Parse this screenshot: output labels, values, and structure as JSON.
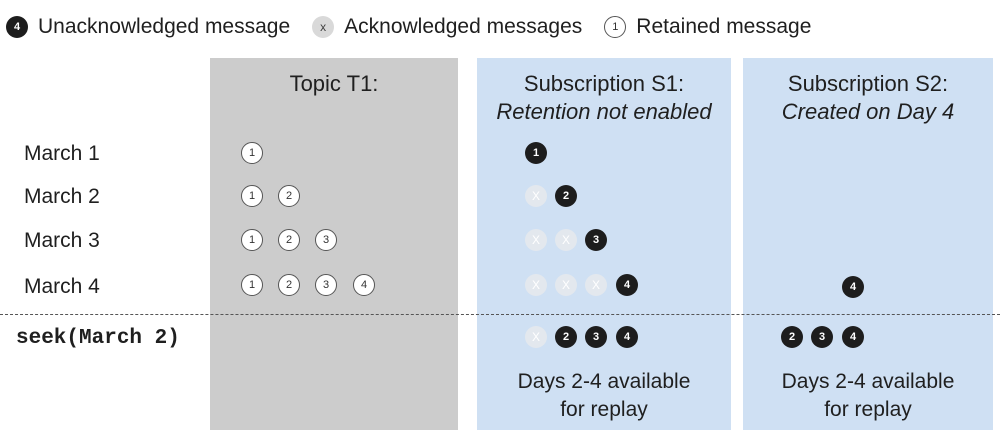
{
  "legend": {
    "unacknowledged": {
      "symbol": "4",
      "label": "Unacknowledged message"
    },
    "acknowledged": {
      "symbol": "x",
      "label": "Acknowledged messages"
    },
    "retained": {
      "symbol": "1",
      "label": "Retained message"
    }
  },
  "row_labels": [
    "March 1",
    "March 2",
    "March 3",
    "March 4"
  ],
  "seek_label": "seek(March 2)",
  "topic": {
    "title": "Topic T1:",
    "rows": [
      [
        "1"
      ],
      [
        "1",
        "2"
      ],
      [
        "1",
        "2",
        "3"
      ],
      [
        "1",
        "2",
        "3",
        "4"
      ]
    ]
  },
  "subscription_s1": {
    "title": "Subscription S1:",
    "subtitle": "Retention not enabled",
    "rows": [
      [
        {
          "state": "unacknowledged",
          "label": "1"
        }
      ],
      [
        {
          "state": "acknowledged",
          "label": "X"
        },
        {
          "state": "unacknowledged",
          "label": "2"
        }
      ],
      [
        {
          "state": "acknowledged",
          "label": "X"
        },
        {
          "state": "acknowledged",
          "label": "X"
        },
        {
          "state": "unacknowledged",
          "label": "3"
        }
      ],
      [
        {
          "state": "acknowledged",
          "label": "X"
        },
        {
          "state": "acknowledged",
          "label": "X"
        },
        {
          "state": "acknowledged",
          "label": "X"
        },
        {
          "state": "unacknowledged",
          "label": "4"
        }
      ]
    ],
    "after_seek": [
      {
        "state": "acknowledged",
        "label": "X"
      },
      {
        "state": "unacknowledged",
        "label": "2"
      },
      {
        "state": "unacknowledged",
        "label": "3"
      },
      {
        "state": "unacknowledged",
        "label": "4"
      }
    ],
    "note_line1": "Days 2-4 available",
    "note_line2": "for replay"
  },
  "subscription_s2": {
    "title": "Subscription S2:",
    "subtitle": "Created on Day 4",
    "march4": [
      {
        "state": "unacknowledged",
        "label": "4"
      }
    ],
    "after_seek": [
      {
        "state": "unacknowledged",
        "label": "2"
      },
      {
        "state": "unacknowledged",
        "label": "3"
      },
      {
        "state": "unacknowledged",
        "label": "4"
      }
    ],
    "note_line1": "Days 2-4 available",
    "note_line2": "for replay"
  },
  "colors": {
    "topic_panel": "#cccccc",
    "subscription_panel": "#cfe0f3",
    "unacknowledged": "#1d1d1d",
    "acknowledged": "#d9d9d9"
  }
}
